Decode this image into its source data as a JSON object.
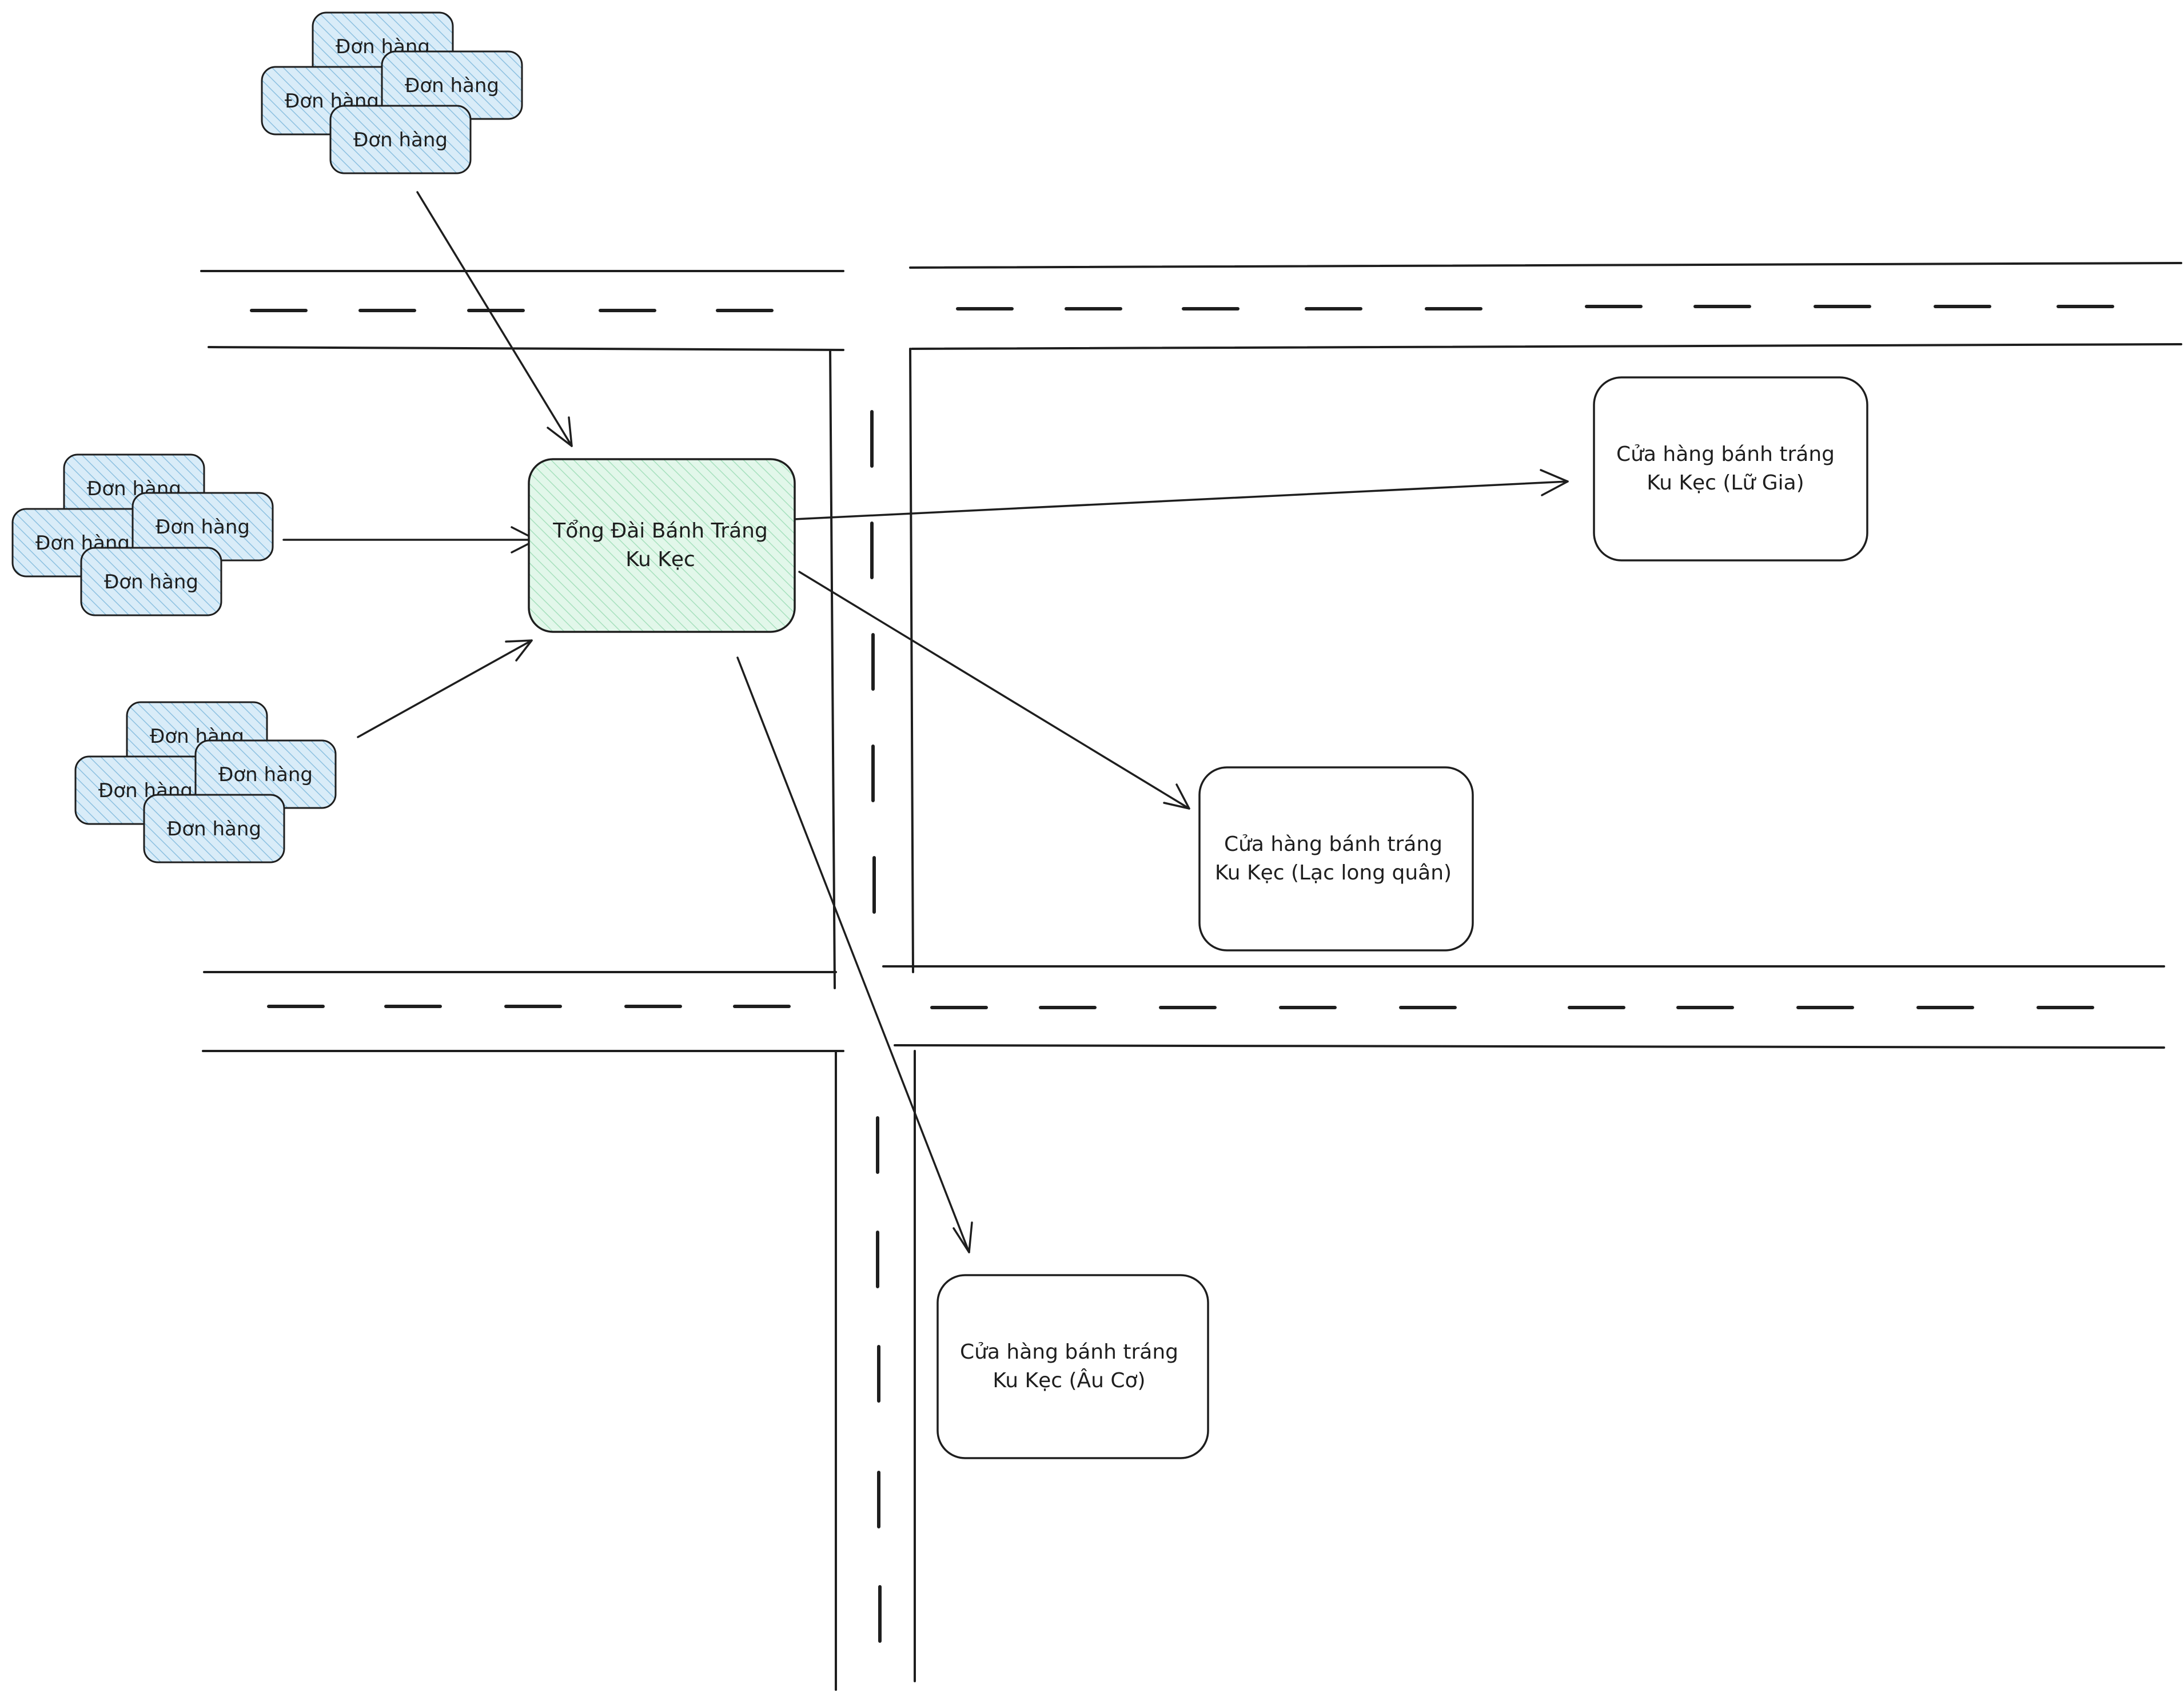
{
  "order_label": "Đơn hàng",
  "order_clusters": [
    {
      "id": "top",
      "count": 4
    },
    {
      "id": "left",
      "count": 4
    },
    {
      "id": "bottom-left",
      "count": 4
    }
  ],
  "hub": {
    "lines": [
      "Tổng Đài Bánh Tráng",
      "Ku Kẹc"
    ],
    "fill": "#d6f5e3",
    "hatch": "#8fd9ab"
  },
  "stores": [
    {
      "id": "lu-gia",
      "lines": [
        "Cửa hàng bánh tráng",
        "Ku Kẹc (Lữ Gia)"
      ]
    },
    {
      "id": "lac-long-quan",
      "lines": [
        "Cửa hàng bánh tráng",
        "Ku Kẹc (Lạc long quân)"
      ]
    },
    {
      "id": "au-co",
      "lines": [
        "Cửa hàng bánh tráng",
        "Ku Kẹc (Âu Cơ)"
      ]
    }
  ],
  "colors": {
    "stroke": "#1e1e1e",
    "order_fill": "#cfe6f5",
    "order_hatch": "#7fb8dc",
    "store_fill": "#ffffff"
  }
}
